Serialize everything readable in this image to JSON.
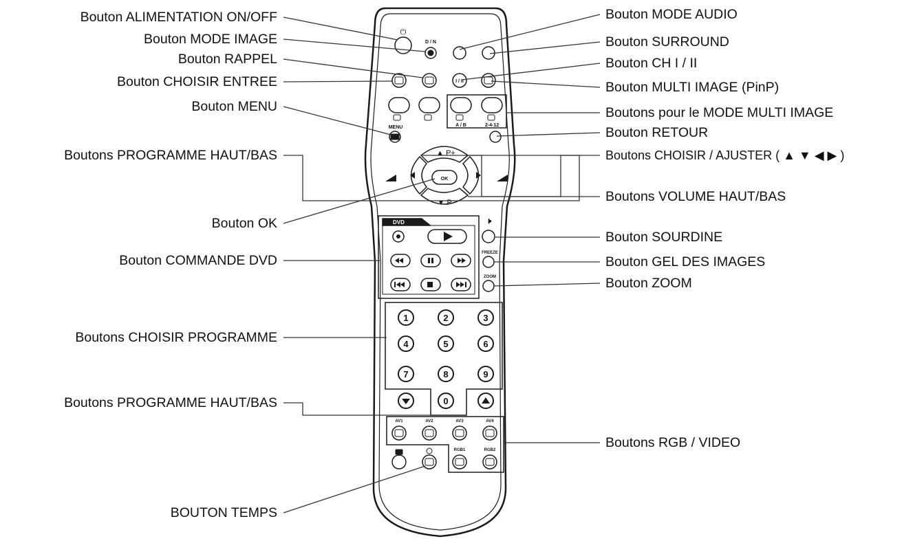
{
  "left_labels": [
    "Bouton ALIMENTATION ON/OFF",
    "Bouton MODE IMAGE",
    "Bouton RAPPEL",
    "Bouton CHOISIR ENTREE",
    "Bouton MENU",
    "Boutons PROGRAMME HAUT/BAS",
    "Bouton OK",
    "Bouton COMMANDE DVD",
    "Boutons CHOISIR PROGRAMME",
    "Boutons PROGRAMME HAUT/BAS",
    "BOUTON TEMPS"
  ],
  "right_labels": [
    "Bouton MODE AUDIO",
    "Bouton SURROUND",
    "Bouton CH I / II",
    "Bouton MULTI IMAGE (PinP)",
    "Boutons pour le MODE MULTI IMAGE",
    "Bouton RETOUR",
    "Boutons CHOISIR / AJUSTER ( ▲ ▼ ◀ ▶ )",
    "Boutons VOLUME HAUT/BAS",
    "Bouton SOURDINE",
    "Bouton GEL DES IMAGES",
    "Bouton ZOOM",
    "Boutons RGB / VIDEO"
  ],
  "remote": {
    "power_symbol": "⏻",
    "dn": "D / N",
    "ch": "I / II",
    "ab": "A / B",
    "split": "2-4-12",
    "menu": "MENU",
    "p_plus": "▲ P+",
    "p_minus": "▼ P-",
    "ok": "OK",
    "dvd": "DVD",
    "freeze": "FREEZE",
    "zoom": "ZOOM",
    "digits": [
      "1",
      "2",
      "3",
      "4",
      "5",
      "6",
      "7",
      "8",
      "9",
      "0"
    ],
    "av": [
      "AV1",
      "AV2",
      "AV3",
      "AV4"
    ],
    "rgb": [
      "RGB1",
      "RGB2"
    ]
  }
}
